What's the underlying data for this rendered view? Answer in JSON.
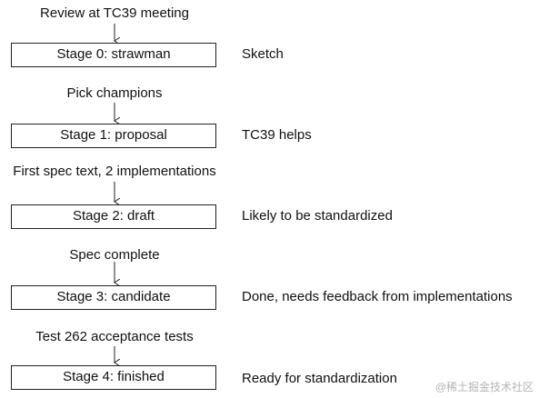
{
  "transitions": [
    "Review at TC39 meeting",
    "Pick champions",
    "First spec text, 2 implementations",
    "Spec complete",
    "Test 262 acceptance tests"
  ],
  "stages": [
    {
      "label": "Stage 0: strawman",
      "description": "Sketch"
    },
    {
      "label": "Stage 1: proposal",
      "description": "TC39 helps"
    },
    {
      "label": "Stage 2: draft",
      "description": "Likely to be standardized"
    },
    {
      "label": "Stage 3: candidate",
      "description": "Done, needs feedback from implementations"
    },
    {
      "label": "Stage 4: finished",
      "description": "Ready for standardization"
    }
  ],
  "watermark": "@稀土掘金技术社区",
  "colors": {
    "stroke": "#222222",
    "text": "#111111",
    "watermark": "#b5b5b5"
  }
}
